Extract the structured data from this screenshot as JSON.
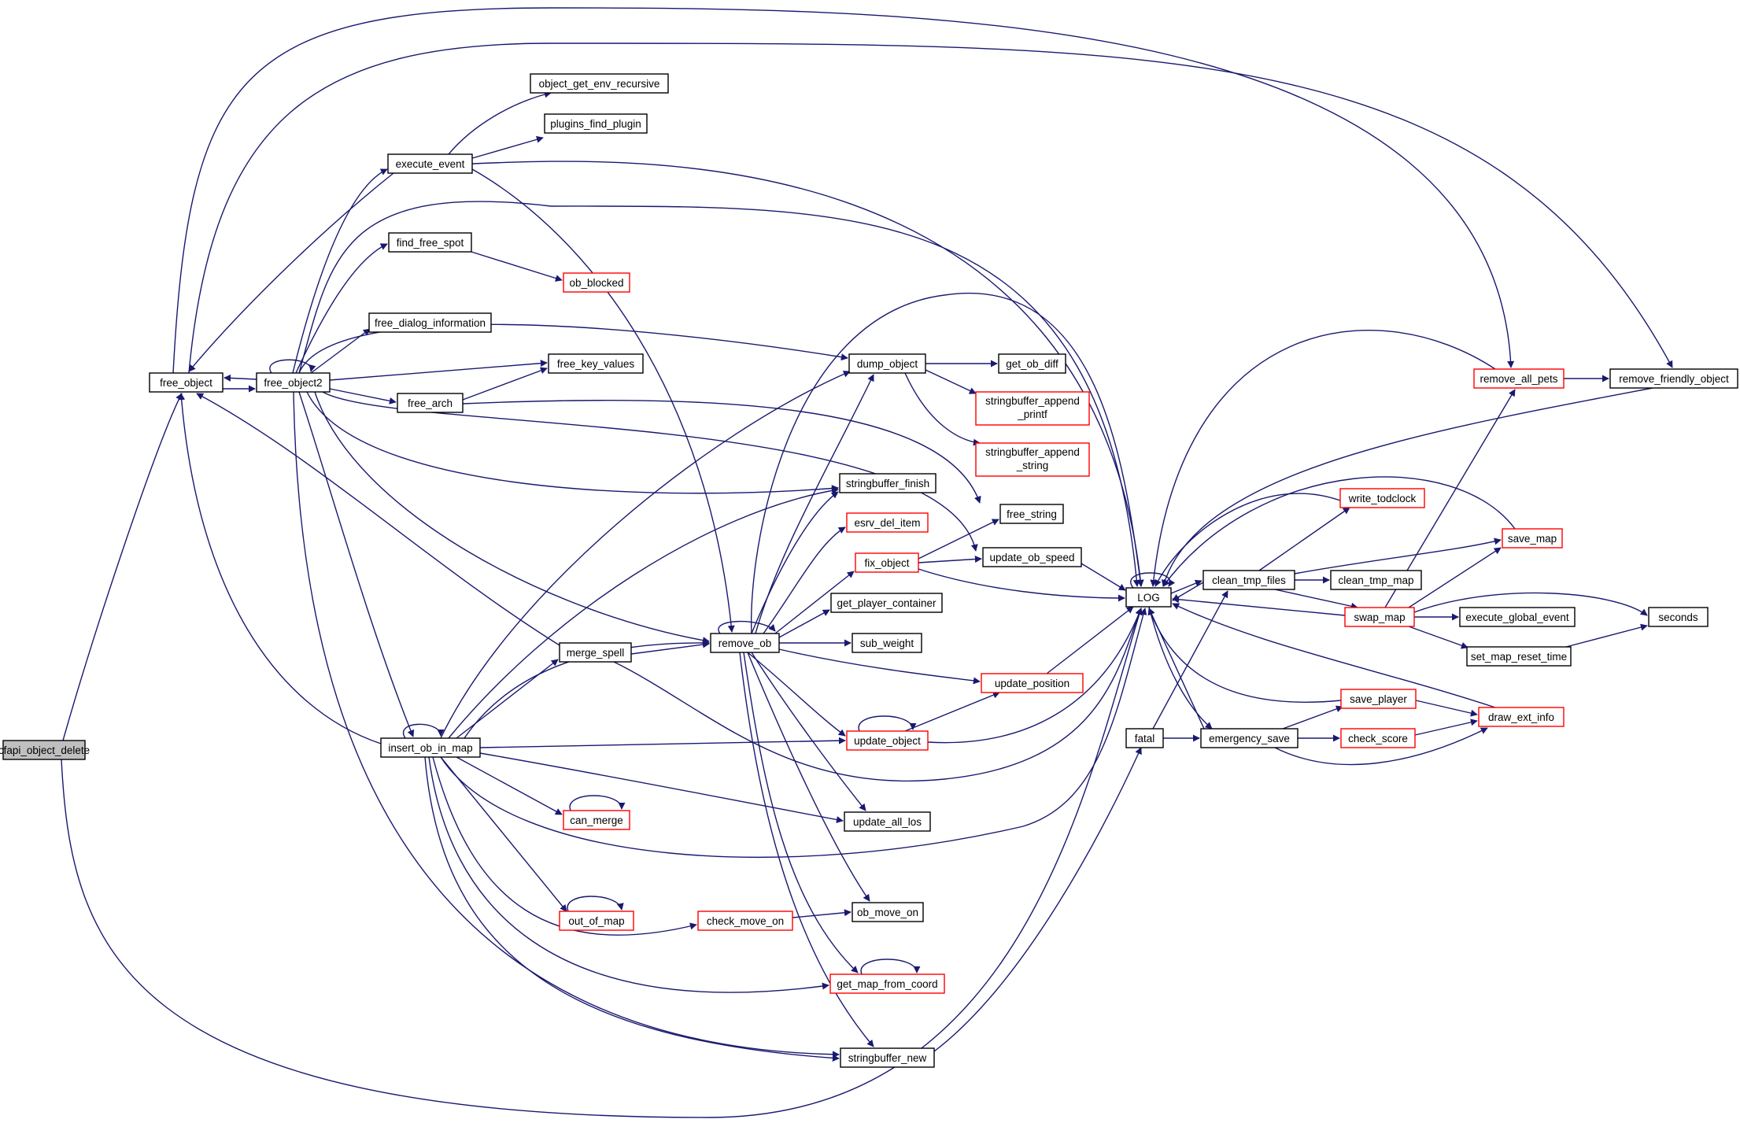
{
  "graph": {
    "edge_color": "#191970",
    "normal_border_color": "#000000",
    "external_border_color": "#ff0000",
    "root_fill_color": "#bfbfbf",
    "nodes": {
      "cfapi_object_delete": "cfapi_object_delete",
      "free_object": "free_object",
      "free_object2": "free_object2",
      "execute_event": "execute_event",
      "object_get_env_recursive": "object_get_env_recursive",
      "plugins_find_plugin": "plugins_find_plugin",
      "find_free_spot": "find_free_spot",
      "ob_blocked": "ob_blocked",
      "free_dialog_information": "free_dialog_information",
      "free_key_values": "free_key_values",
      "free_arch": "free_arch",
      "dump_object": "dump_object",
      "get_ob_diff": "get_ob_diff",
      "stringbuffer_append_printf": [
        "stringbuffer_append",
        "_printf"
      ],
      "stringbuffer_append_string": [
        "stringbuffer_append",
        "_string"
      ],
      "stringbuffer_finish": "stringbuffer_finish",
      "esrv_del_item": "esrv_del_item",
      "free_string": "free_string",
      "fix_object": "fix_object",
      "update_ob_speed": "update_ob_speed",
      "get_player_container": "get_player_container",
      "remove_ob": "remove_ob",
      "sub_weight": "sub_weight",
      "merge_spell": "merge_spell",
      "update_position": "update_position",
      "insert_ob_in_map": "insert_ob_in_map",
      "update_object": "update_object",
      "can_merge": "can_merge",
      "update_all_los": "update_all_los",
      "out_of_map": "out_of_map",
      "check_move_on": "check_move_on",
      "ob_move_on": "ob_move_on",
      "get_map_from_coord": "get_map_from_coord",
      "stringbuffer_new": "stringbuffer_new",
      "LOG": "LOG",
      "fatal": "fatal",
      "clean_tmp_files": "clean_tmp_files",
      "clean_tmp_map": "clean_tmp_map",
      "emergency_save": "emergency_save",
      "write_todclock": "write_todclock",
      "swap_map": "swap_map",
      "save_map": "save_map",
      "remove_all_pets": "remove_all_pets",
      "remove_friendly_object": "remove_friendly_object",
      "execute_global_event": "execute_global_event",
      "set_map_reset_time": "set_map_reset_time",
      "seconds": "seconds",
      "save_player": "save_player",
      "check_score": "check_score",
      "draw_ext_info": "draw_ext_info"
    }
  }
}
